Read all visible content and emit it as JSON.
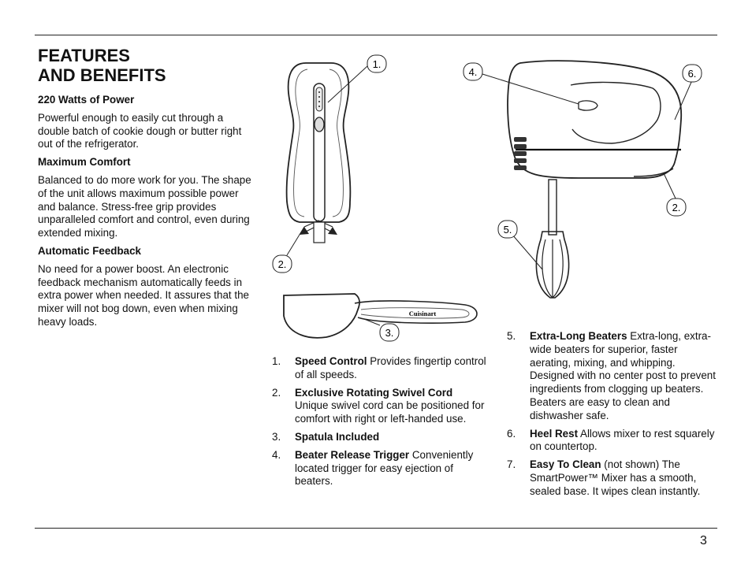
{
  "header": {
    "title_line1": "FEATURES",
    "title_line2": "AND BENEFITS"
  },
  "left_column": [
    {
      "heading": "220 Watts of Power",
      "body": "Powerful enough to easily cut through a double batch of cookie dough or butter right out of the refrigerator."
    },
    {
      "heading": "Maximum Comfort",
      "body": "Balanced to do more work for you. The shape of the unit allows maximum possible power and balance. Stress-free grip provides unparalleled comfort and control, even during extended mixing."
    },
    {
      "heading": "Automatic Feedback",
      "body": "No need for a power boost. An electronic feedback mechanism automatically feeds in extra power when needed. It assures that the mixer will not bog down, even when mixing heavy loads."
    }
  ],
  "features_middle": [
    {
      "number": "1.",
      "term": "Speed Control",
      "text": "Provides fingertip control of all speeds."
    },
    {
      "number": "2.",
      "term": "Exclusive Rotating Swivel Cord",
      "text": "Unique swivel cord can be positioned for comfort with right or left-handed use."
    },
    {
      "number": "3.",
      "term": "Spatula Included",
      "text": ""
    },
    {
      "number": "4.",
      "term": "Beater Release Trigger",
      "text": "Conveniently located trigger for easy ejection of beaters."
    }
  ],
  "features_right": [
    {
      "number": "5.",
      "term": "Extra-Long Beaters",
      "text": "Extra-long, extra-wide beaters for superior, faster aerating, mixing, and whipping. Designed with no center post to prevent ingredients from clogging up beaters. Beaters are easy to clean and dishwasher safe."
    },
    {
      "number": "6.",
      "term": "Heel Rest",
      "text": "Allows mixer to rest squarely on countertop."
    },
    {
      "number": "7.",
      "term": "Easy To Clean",
      "text": "(not shown) The SmartPower™ Mixer has a smooth, sealed base. It wipes clean instantly."
    }
  ],
  "illustrations": {
    "callouts_front": [
      "1.",
      "2."
    ],
    "callout_spatula": "3.",
    "callouts_side": [
      "4.",
      "6.",
      "2.",
      "5."
    ],
    "spatula_logo": "Cuisinart"
  },
  "footer": {
    "page_number": "3"
  }
}
